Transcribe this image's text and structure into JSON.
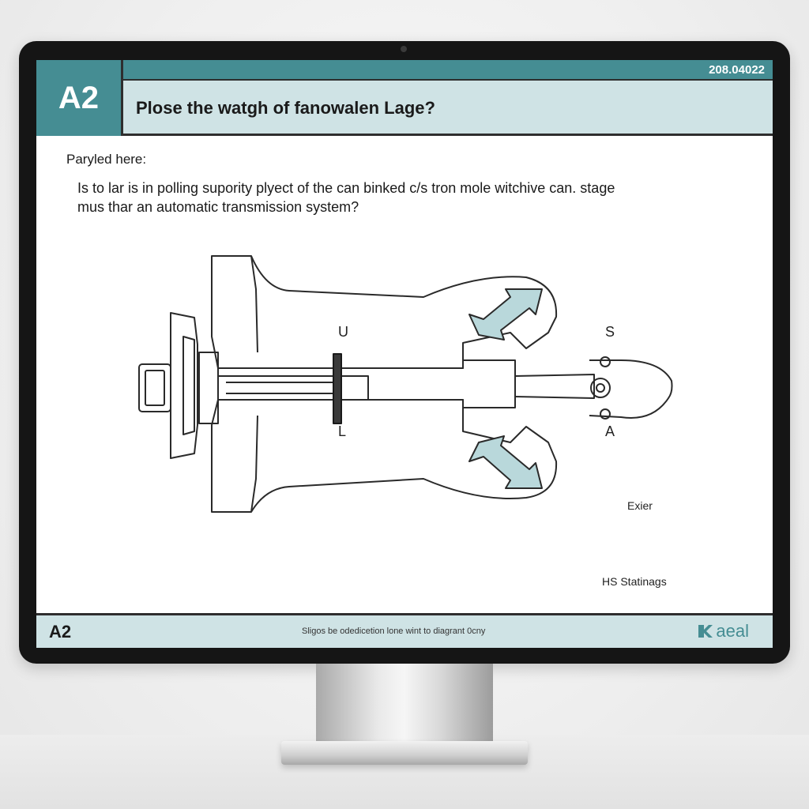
{
  "header": {
    "question_id": "A2",
    "date": "208.04022",
    "title": "Plose the watgh of fanowalen Lage?"
  },
  "prompt": {
    "label": "Paryled here:",
    "question_line1": "Is to lar is in polling supority plyect of the can binked c/s tron mole witchive can. stage",
    "question_line2": "mus thar an automatic transmission system?"
  },
  "diagram": {
    "labels": {
      "u": "U",
      "l": "L",
      "s": "S",
      "a": "A",
      "exier": "Exier",
      "hs_statinags": "HS Statinags"
    }
  },
  "footer": {
    "question_id": "A2",
    "note": "Sligos be odedicetion lone wint to diagrant 0cny",
    "brand": "aeal"
  },
  "colors": {
    "teal": "#458d93",
    "light_teal": "#cfe3e5",
    "arrow_fill": "#b9d8db",
    "bezel": "#151515"
  }
}
